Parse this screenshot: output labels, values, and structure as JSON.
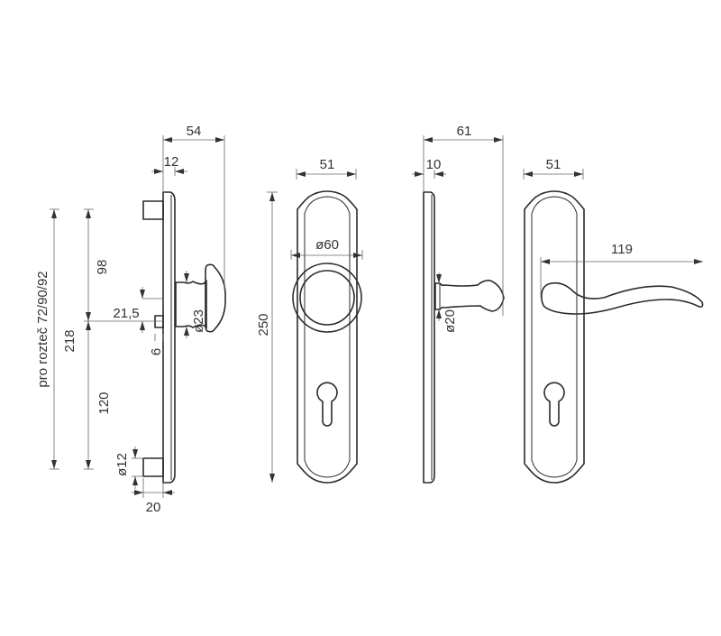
{
  "drawing": {
    "title_note": "pro rozteč 72/90/92",
    "colors": {
      "line": "#2b2b2b",
      "dimension": "#666666"
    },
    "knob_side_view": {
      "depth": "54",
      "plate_thickness": "12",
      "total_spacing": "218",
      "upper_distance": "98",
      "lower_distance": "120",
      "pin_offset": "21,5",
      "pin_size": "6",
      "knob_neck_diameter": "ø23",
      "pin_diameter": "ø12",
      "pin_length": "20"
    },
    "knob_front_view": {
      "width": "51",
      "knob_diameter": "ø60",
      "height": "250"
    },
    "lever_side_view": {
      "depth": "61",
      "plate_thickness": "10",
      "neck_diameter": "ø20"
    },
    "lever_front_view": {
      "width": "51",
      "lever_length": "119"
    }
  }
}
